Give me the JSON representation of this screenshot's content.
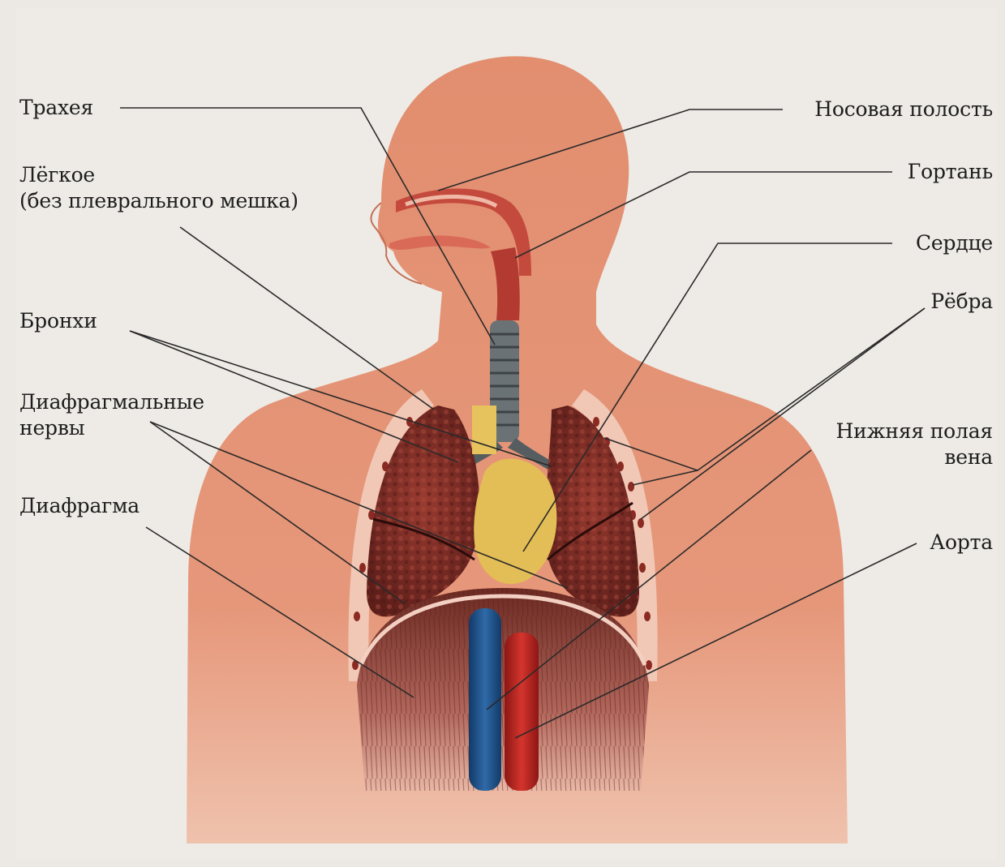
{
  "labels": {
    "trachea": "Трахея",
    "lung_line1": "Лёгкое",
    "lung_line2": "(без плеврального мешка)",
    "bronchi": "Бронхи",
    "phrenic_line1": "Диафрагмальные",
    "phrenic_line2": "нервы",
    "diaphragm": "Диафрагма",
    "nasal_cavity": "Носовая полость",
    "larynx": "Гортань",
    "heart": "Сердце",
    "ribs": "Рёбра",
    "vena_cava_line1": "Нижняя полая",
    "vena_cava_line2": "вена",
    "aorta": "Аорта"
  },
  "colors": {
    "skin": "#e59274",
    "skin_dark": "#d47e62",
    "lung": "#7c2e27",
    "heart": "#e7c25a",
    "vena_cava": "#1d4f86",
    "aorta": "#b5231f",
    "leader_line": "#2a2a2a",
    "background": "#ece9e4"
  }
}
